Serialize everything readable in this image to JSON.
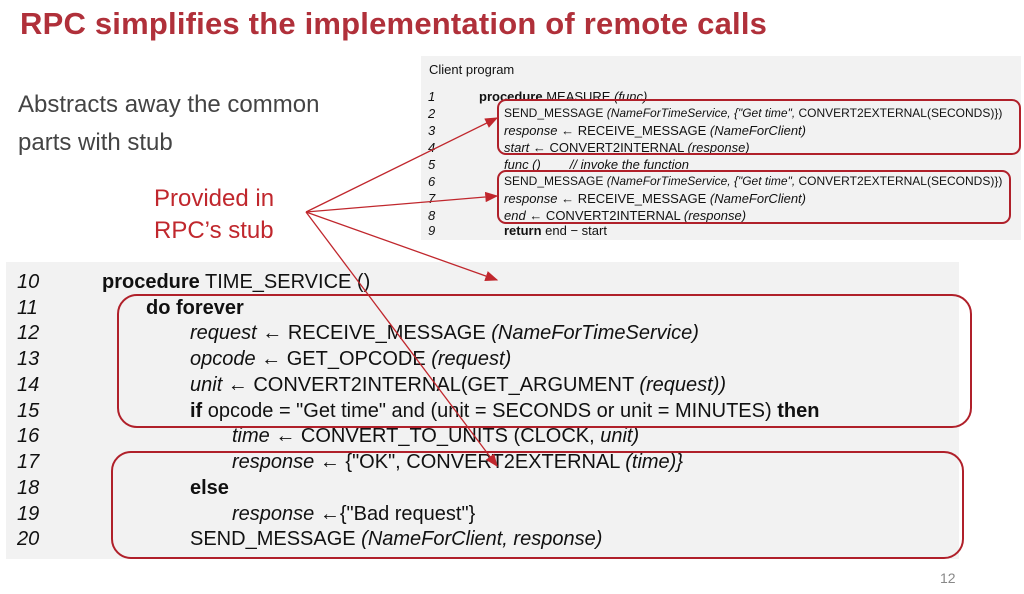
{
  "title": "RPC simplifies the implementation of remote calls",
  "subtitle": "Abstracts away the common parts with stub",
  "callout": "Provided in RPC’s stub",
  "page_number": "12",
  "colors": {
    "title": "#b0303a",
    "accent": "#c0272d",
    "panel_bg": "#f2f2f2"
  },
  "client": {
    "heading": "Client program",
    "lines": [
      {
        "n": "1",
        "t1": "procedure",
        "t2": " MEASURE ",
        "t3": "(func)"
      },
      {
        "n": "2",
        "t1": "SEND_MESSAGE",
        "t2": " (NameForTimeService, {\"Get time\", ",
        "t3": "CONVERT2EXTERNAL(SECONDS)})"
      },
      {
        "n": "3",
        "t1": "response",
        "t2": " ← RECEIVE_MESSAGE ",
        "t3": "(NameForClient)"
      },
      {
        "n": "4",
        "t1": "start",
        "t2": " ← CONVERT2INTERNAL ",
        "t3": "(response)"
      },
      {
        "n": "5",
        "t1": "func ()",
        "t2": "        // invoke the function",
        "t3": ""
      },
      {
        "n": "6",
        "t1": "SEND_MESSAGE",
        "t2": " (NameForTimeService, {\"Get time\", ",
        "t3": "CONVERT2EXTERNAL(SECONDS)})"
      },
      {
        "n": "7",
        "t1": "response",
        "t2": " ← RECEIVE_MESSAGE ",
        "t3": "(NameForClient)"
      },
      {
        "n": "8",
        "t1": "end",
        "t2": " ← CONVERT2INTERNAL ",
        "t3": "(response)"
      },
      {
        "n": "9",
        "t1": "return",
        "t2": " end − start",
        "t3": ""
      }
    ]
  },
  "server": {
    "lines": [
      {
        "n": "10",
        "t1": "procedure",
        "t2": " TIME_SERVICE ",
        "t3": "()"
      },
      {
        "n": "11",
        "t1": "do forever",
        "t2": "",
        "t3": ""
      },
      {
        "n": "12",
        "t1": "request",
        "t2": " ← RECEIVE_MESSAGE ",
        "t3": "(NameForTimeService)"
      },
      {
        "n": "13",
        "t1": "opcode",
        "t2": " ← GET_OPCODE ",
        "t3": "(request)"
      },
      {
        "n": "14",
        "t1": "unit",
        "t2": " ← CONVERT2INTERNAL(GET_ARGUMENT ",
        "t3": "(request))"
      },
      {
        "n": "15",
        "t1": "if",
        "t2": " opcode = \"Get time\" and (unit = SECONDS or unit = MINUTES) ",
        "t3": "then"
      },
      {
        "n": "16",
        "t1": "time",
        "t2": " ← CONVERT_TO_UNITS (CLOCK, ",
        "t3": "unit)"
      },
      {
        "n": "17",
        "t1": "response",
        "t2": " ← {\"OK\", CONVERT2EXTERNAL ",
        "t3": "(time)}"
      },
      {
        "n": "18",
        "t1": "else",
        "t2": "",
        "t3": ""
      },
      {
        "n": "19",
        "t1": "response",
        "t2": " ←{\"Bad request\"}",
        "t3": ""
      },
      {
        "n": "20",
        "t1": "SEND_MESSAGE",
        "t2": " (NameForClient, ",
        "t3": "response)"
      }
    ]
  }
}
